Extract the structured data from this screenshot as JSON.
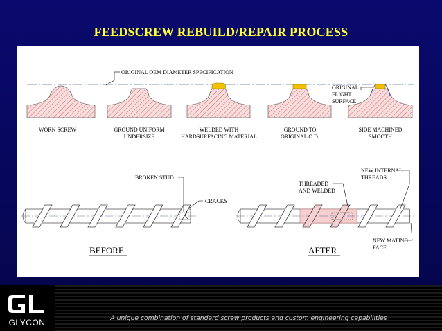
{
  "title": "FEEDSCREW REBUILD/REPAIR PROCESS",
  "diagram": {
    "oem_label": "ORIGINAL OEM DIAMETER SPECIFICATION",
    "flight_surface_label": [
      "ORIGINAL",
      "FLIGHT",
      "SURFACE"
    ],
    "steps": [
      {
        "lines": [
          "WORN SCREW"
        ]
      },
      {
        "lines": [
          "GROUND UNIFORM",
          "UNDERSIZE"
        ]
      },
      {
        "lines": [
          "WELDED WITH",
          "HARDSURFACING MATERIAL"
        ]
      },
      {
        "lines": [
          "GROUND TO",
          "ORIGINAL O.D."
        ]
      },
      {
        "lines": [
          "SIDE MACHINED",
          "SMOOTH"
        ]
      }
    ],
    "before": {
      "caption": "BEFORE",
      "callouts": [
        "BROKEN STUD",
        "CRACKS"
      ]
    },
    "after": {
      "caption": "AFTER",
      "callouts": [
        {
          "lines": [
            "THREADED",
            "AND WELDED"
          ]
        },
        {
          "lines": [
            "NEW INTERNAL",
            "THREADS"
          ]
        },
        {
          "lines": [
            "NEW MATING",
            "FACE"
          ]
        }
      ]
    },
    "colors": {
      "hatch": "#e06060",
      "weld": "#f2c200",
      "after_fill": "#f6d0d0"
    }
  },
  "footer": {
    "logo_text": "GLYCON",
    "tagline": "A unique combination of standard screw products and custom engineering capabilities"
  }
}
